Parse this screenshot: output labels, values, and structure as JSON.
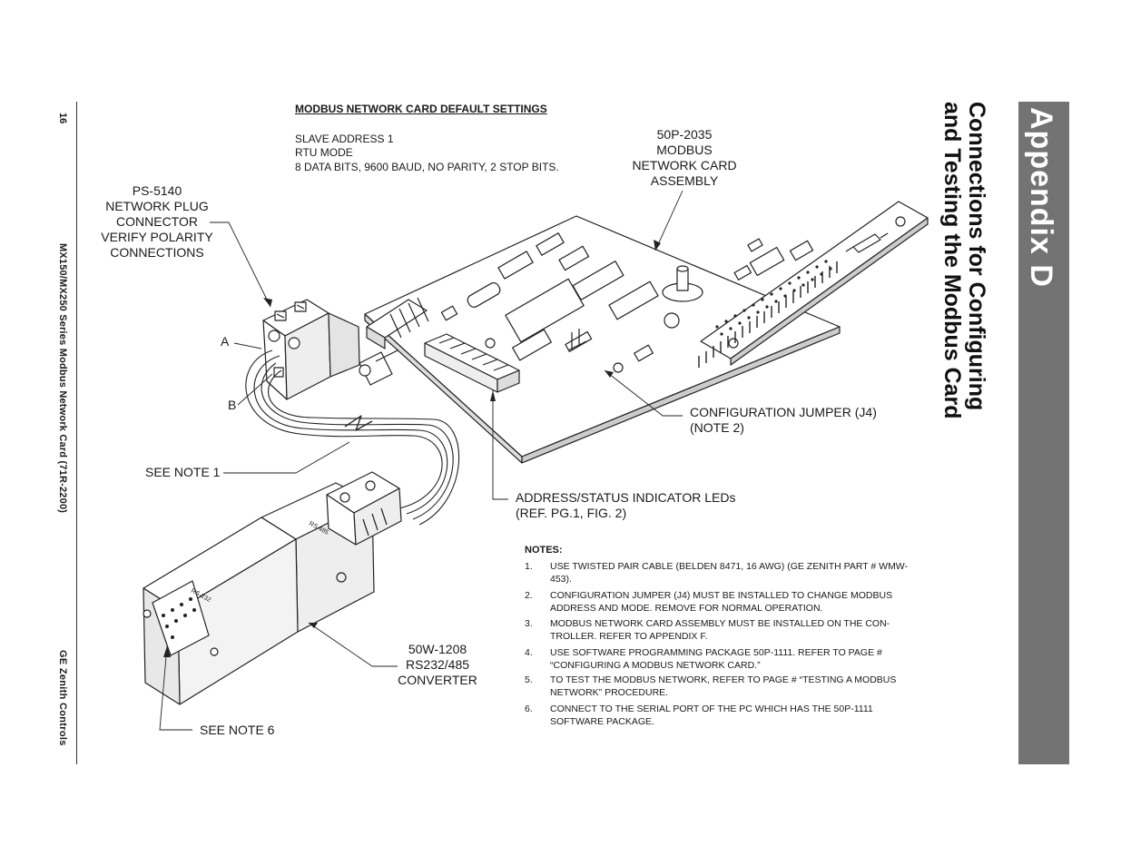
{
  "sidebar": {
    "page_number": "16",
    "document_title": "MX150/MX250 Series Modbus Network Card (71R-2200)",
    "brand": "GE Zenith Controls"
  },
  "header": {
    "appendix": "Appendix D",
    "section_title_line1": "Connections for Configuring",
    "section_title_line2": "and Testing the Modbus Card"
  },
  "defaults": {
    "heading": "MODBUS NETWORK CARD DEFAULT SETTINGS",
    "lines": [
      "SLAVE ADDRESS 1",
      "RTU MODE",
      "8 DATA BITS, 9600 BAUD, NO PARITY, 2 STOP BITS."
    ]
  },
  "callouts": {
    "card_assembly": [
      "50P-2035",
      "MODBUS",
      "NETWORK CARD",
      "ASSEMBLY"
    ],
    "plug_connector": [
      "PS-5140",
      "NETWORK PLUG",
      "CONNECTOR",
      "VERIFY POLARITY",
      "CONNECTIONS"
    ],
    "terminal_a": "A",
    "terminal_b": "B",
    "see_note_1": "SEE NOTE 1",
    "config_jumper": [
      "CONFIGURATION JUMPER (J4)",
      "(NOTE 2)"
    ],
    "address_leds": [
      "ADDRESS/STATUS INDICATOR LEDs",
      "(REF. PG.1, FIG. 2)"
    ],
    "converter": [
      "50W-1208",
      "RS232/485",
      "CONVERTER"
    ],
    "see_note_6": "SEE NOTE 6",
    "converter_side_label": "RS 485",
    "converter_db9_label": "RS-232"
  },
  "notes": {
    "heading": "NOTES:",
    "items": [
      {
        "num": "1.",
        "text": "USE TWISTED PAIR CABLE (BELDEN 8471, 16 AWG) (GE ZENITH PART # WMW-453)."
      },
      {
        "num": "2.",
        "text": "CONFIGURATION JUMPER (J4) MUST BE INSTALLED TO CHANGE MODBUS ADDRESS AND MODE. REMOVE FOR NORMAL OPERATION."
      },
      {
        "num": "3.",
        "text": "MODBUS NETWORK CARD ASSEMBLY MUST BE INSTALLED ON THE CON-TROLLER. REFER TO APPENDIX F."
      },
      {
        "num": "4.",
        "text": "USE SOFTWARE PROGRAMMING PACKAGE 50P-1111. REFER TO PAGE # “CONFIGURING A MODBUS NETWORK CARD.”"
      },
      {
        "num": "5.",
        "text": "TO TEST THE MODBUS NETWORK, REFER TO PAGE # “TESTING A MODBUS NETWORK” PROCEDURE."
      },
      {
        "num": "6.",
        "text": "CONNECT TO THE SERIAL PORT OF THE PC WHICH HAS THE 50P-1111 SOFTWARE PACKAGE."
      }
    ]
  },
  "colors": {
    "band": "#737373",
    "ink": "#1a1a1a"
  }
}
